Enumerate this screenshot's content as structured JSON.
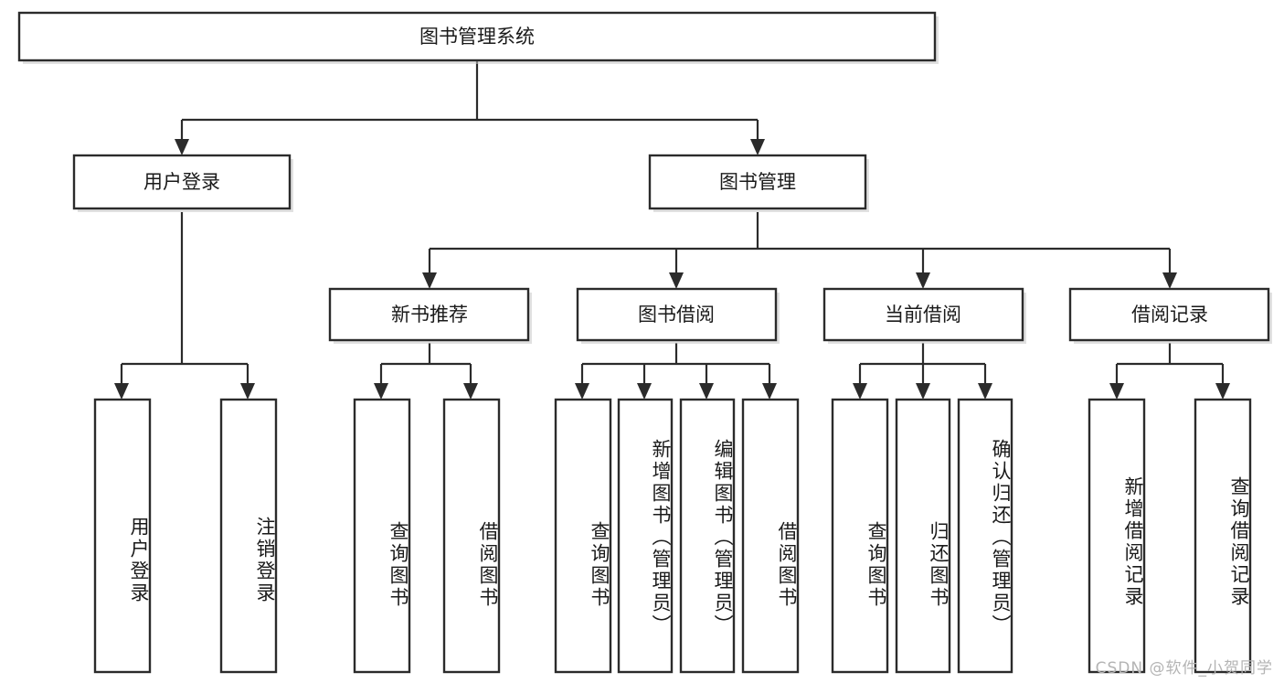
{
  "diagram": {
    "title": "图书管理系统",
    "watermark": "CSDN @软件_小贺同学",
    "root": {
      "id": "root",
      "label": "图书管理系统"
    },
    "level1": [
      {
        "id": "user-login",
        "label": "用户登录"
      },
      {
        "id": "book-manage",
        "label": "图书管理"
      }
    ],
    "level2": [
      {
        "id": "new-book-recommend",
        "label": "新书推荐"
      },
      {
        "id": "book-borrow",
        "label": "图书借阅"
      },
      {
        "id": "current-borrow",
        "label": "当前借阅"
      },
      {
        "id": "borrow-record",
        "label": "借阅记录"
      }
    ],
    "leaves": [
      {
        "id": "leaf-user-login",
        "label": "用户登录",
        "parent": "user-login"
      },
      {
        "id": "leaf-logout-login",
        "label": "注销登录",
        "parent": "user-login"
      },
      {
        "id": "leaf-query-book-1",
        "label": "查询图书",
        "parent": "new-book-recommend"
      },
      {
        "id": "leaf-borrow-book-1",
        "label": "借阅图书",
        "parent": "new-book-recommend"
      },
      {
        "id": "leaf-query-book-2",
        "label": "查询图书",
        "parent": "book-borrow"
      },
      {
        "id": "leaf-add-book",
        "label": "新增图书（管理员）",
        "parent": "book-borrow"
      },
      {
        "id": "leaf-edit-book",
        "label": "编辑图书（管理员）",
        "parent": "book-borrow"
      },
      {
        "id": "leaf-borrow-book-2",
        "label": "借阅图书",
        "parent": "book-borrow"
      },
      {
        "id": "leaf-query-book-3",
        "label": "查询图书",
        "parent": "current-borrow"
      },
      {
        "id": "leaf-return-book",
        "label": "归还图书",
        "parent": "current-borrow"
      },
      {
        "id": "leaf-confirm-return",
        "label": "确认归还（管理员）",
        "parent": "current-borrow"
      },
      {
        "id": "leaf-add-record",
        "label": "新增借阅记录",
        "parent": "borrow-record"
      },
      {
        "id": "leaf-query-record",
        "label": "查询借阅记录",
        "parent": "borrow-record"
      }
    ],
    "colors": {
      "stroke": "#2b2b2b",
      "fill": "#ffffff",
      "text": "#1a1a1a",
      "watermark": "#b4b4b4"
    }
  }
}
